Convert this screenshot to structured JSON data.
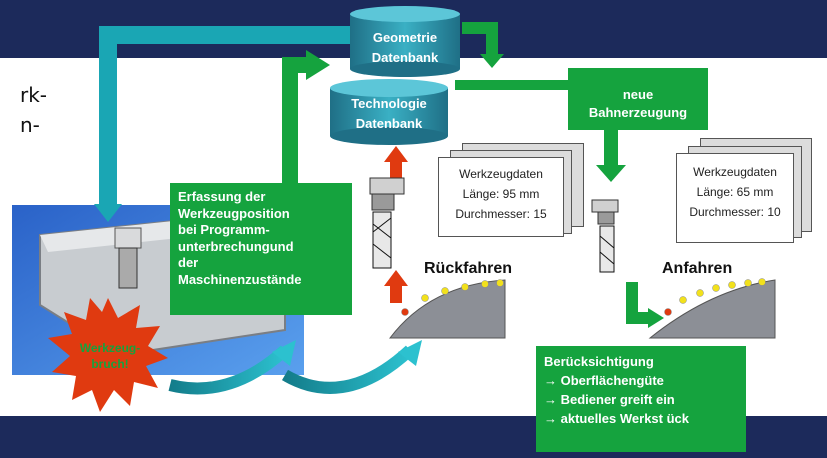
{
  "left_text": {
    "line1": "rk-",
    "line2": "n-"
  },
  "databases": {
    "geometrie": {
      "line1": "Geometrie",
      "line2": "Datenbank"
    },
    "technologie": {
      "line1": "Technologie",
      "line2": "Datenbank"
    }
  },
  "neue": {
    "line1": "neue",
    "line2": "Bahnerzeugung"
  },
  "erfassung": {
    "lines": [
      "Erfassung der",
      "Werkzeugposition",
      "bei Programm-",
      "unterbrechungund",
      "der",
      "Maschinenzustände"
    ]
  },
  "cards": {
    "left": {
      "title": "Werkzeugdaten",
      "length": "Länge: 95 mm",
      "diameter": "Durchmesser: 15"
    },
    "right": {
      "title": "Werkzeugdaten",
      "length": "Länge: 65 mm",
      "diameter": "Durchmesser: 10"
    }
  },
  "stages": {
    "rueck": "Rückfahren",
    "an": "Anfahren"
  },
  "burst": {
    "line1": "Werkzeug-",
    "line2": "bruch!"
  },
  "berueck": {
    "title": "Berücksichtigung",
    "items": [
      "→ Oberflächengüte",
      "→ Bediener greift ein",
      "→ aktuelles Werkst ück"
    ]
  },
  "colors": {
    "navy": "#1c2a5b",
    "green": "#15a33e",
    "teal": "#1aa6b4",
    "red": "#e03a10",
    "cyl": "#2a8fa2"
  }
}
